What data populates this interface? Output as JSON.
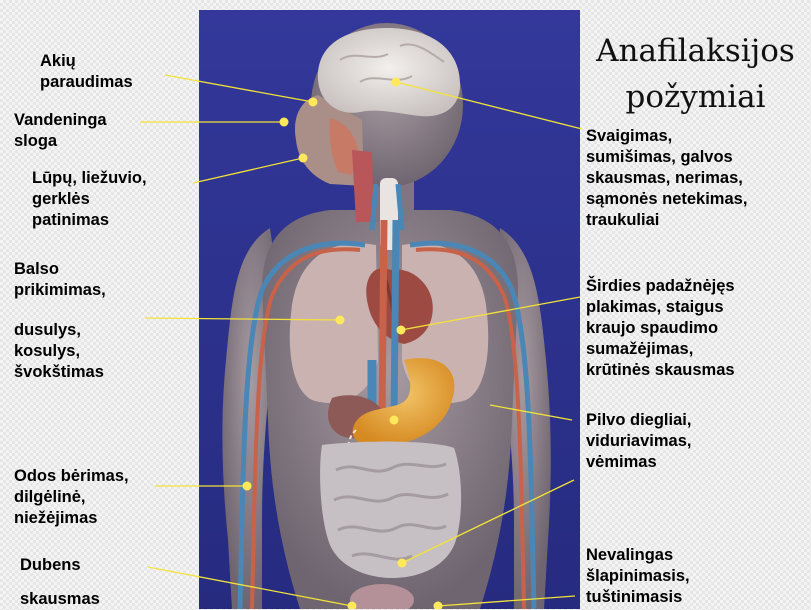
{
  "title": "Anafilaksijos\npožymiai",
  "labels": {
    "eyes": "Akių\nparaudimas",
    "runny_nose": "Vandeninga\nsloga",
    "swelling": "Lūpų, liežuvio,\ngerklės\npatinimas",
    "voice_hoarse": "Balso\nprikimimas,",
    "breathing": "dusulys,\nkosulys,\nšvokštimas",
    "skin": "Odos bėrimas,\ndilgėlinė,\nniežėjimas",
    "pelvis_1": "Dubens",
    "pelvis_2": "skausmas",
    "brain": "Svaigimas,\nsumišimas, galvos\nskausmas, nerimas,\nsąmonės netekimas,\ntraukuliai",
    "heart": "Širdies padažnėjęs\nplakimas, staigus\nkraujo spaudimo\nsumažėjimas,\nkrūtinės skausmas",
    "stomach": "Pilvo diegliai,\nviduriavimas,\nvėmimas",
    "bladder": "Nevalingas\nšlapinimasis,\ntuštinimasis"
  },
  "colors": {
    "panel_background": "#2f3592",
    "leader_line": "#f2e23a",
    "marker_dot": "#ffe85a",
    "body": "#8a7f86",
    "lungs": "#c9b2b0",
    "heart": "#9c4a42",
    "stomach": "#e7a63a",
    "intestines": "#c6c0c4",
    "artery": "#c8634a",
    "vein": "#4a86b6",
    "brain": "#e6e1de"
  },
  "icons": [
    "human-body-illustration"
  ]
}
